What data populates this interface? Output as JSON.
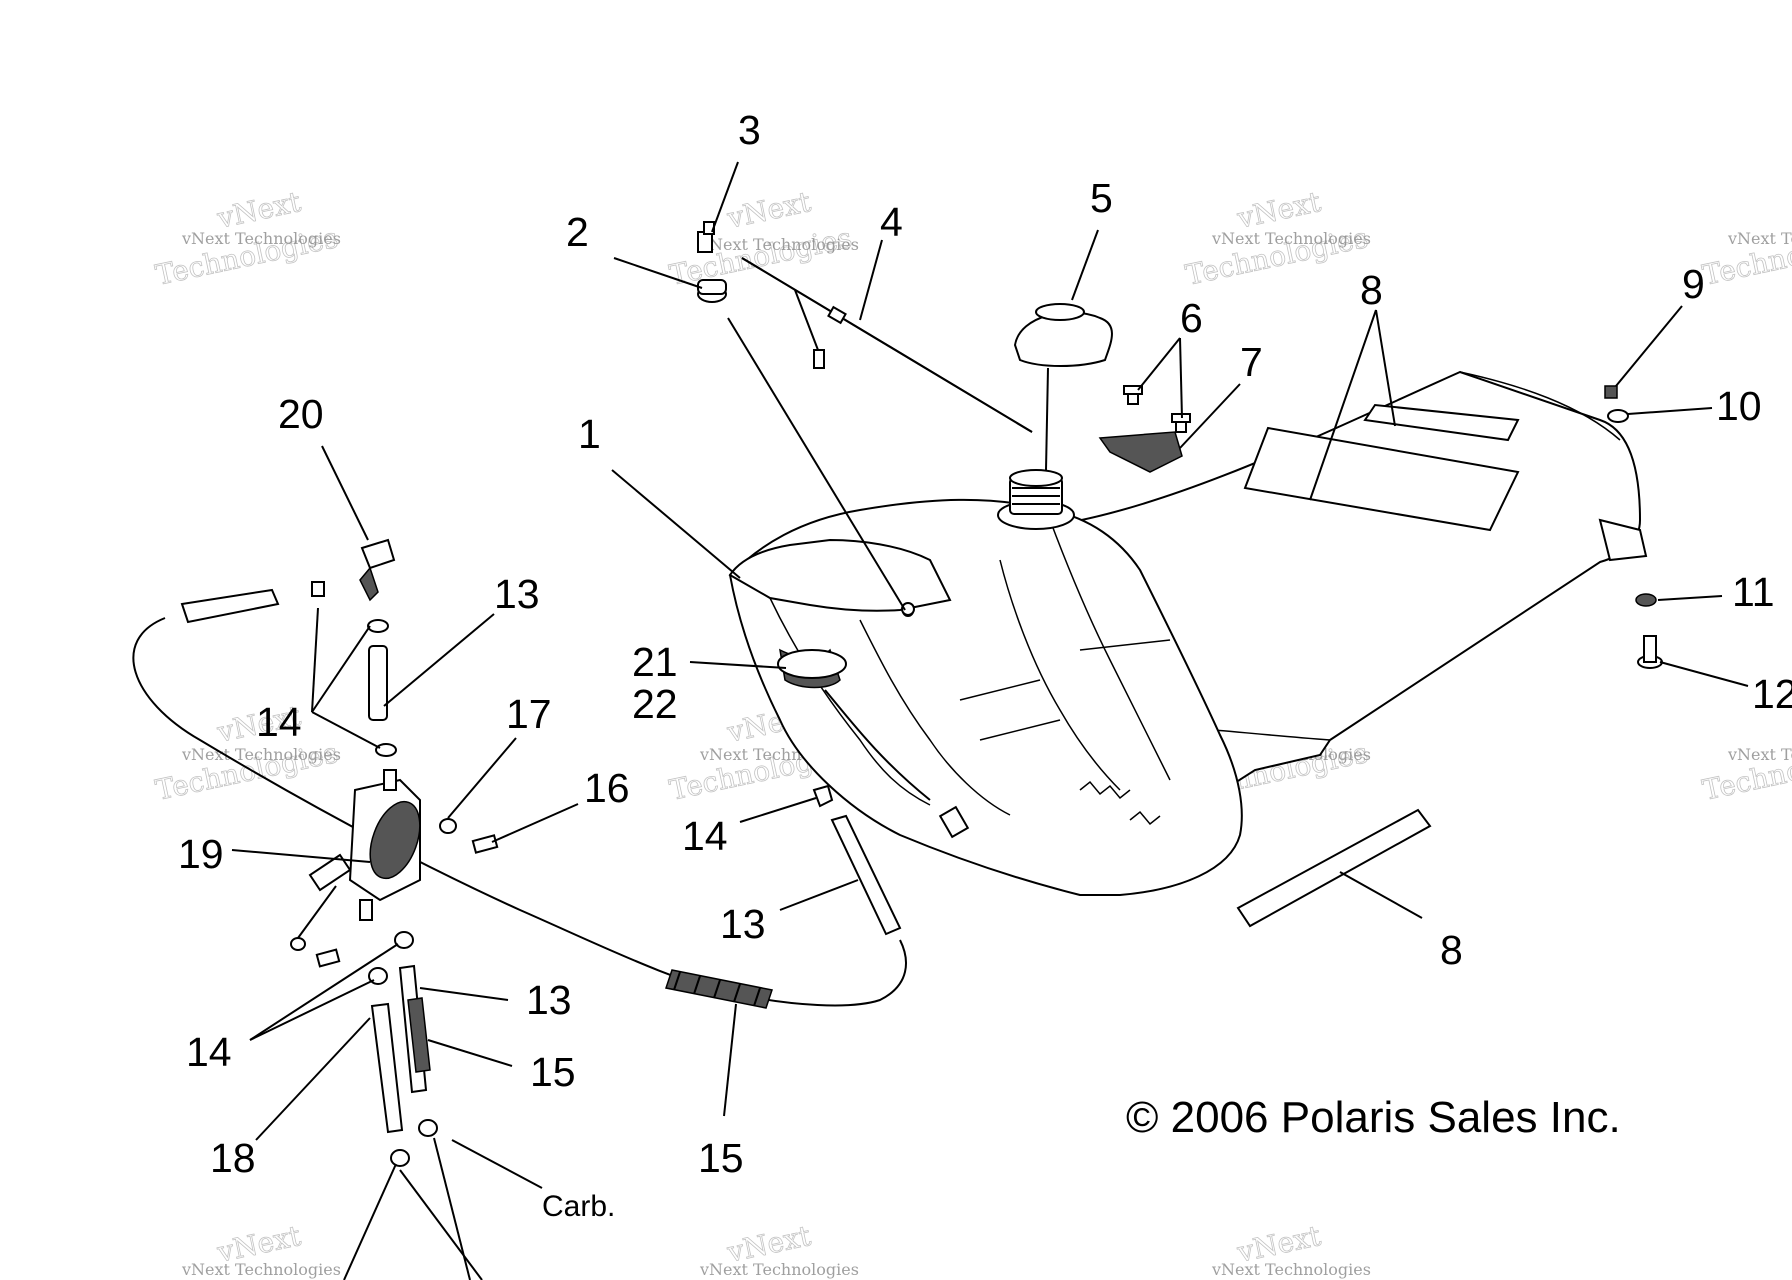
{
  "callouts": {
    "c1": "1",
    "c2": "2",
    "c3": "3",
    "c4": "4",
    "c5": "5",
    "c6": "6",
    "c7": "7",
    "c8a": "8",
    "c8b": "8",
    "c9": "9",
    "c10": "10",
    "c11": "11",
    "c12": "12",
    "c13a": "13",
    "c13b": "13",
    "c13c": "13",
    "c14a": "14",
    "c14b": "14",
    "c14c": "14",
    "c15a": "15",
    "c15b": "15",
    "c16": "16",
    "c17": "17",
    "c18": "18",
    "c19": "19",
    "c20": "20",
    "c21": "21",
    "c22": "22"
  },
  "notes": {
    "carb": "Carb."
  },
  "copyright": "© 2006 Polaris Sales Inc.",
  "watermark": {
    "line1": "vNext Technologies",
    "line2": "Technologies",
    "line3": "vNext"
  }
}
